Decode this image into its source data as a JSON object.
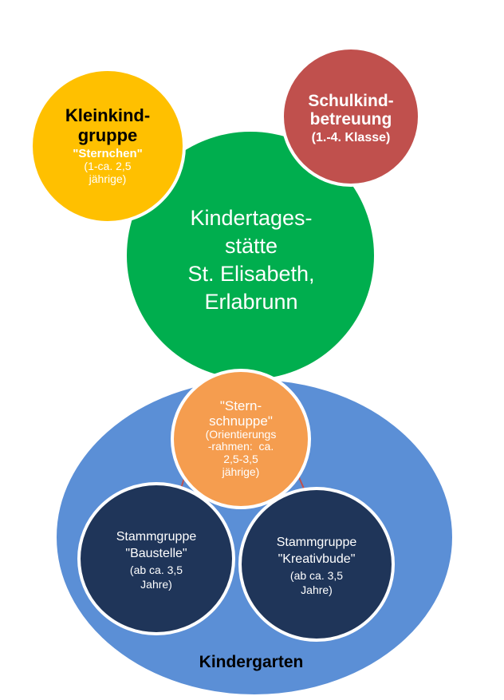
{
  "colors": {
    "kindergarten": "#5B8FD6",
    "kita": "#00AE4E",
    "kleinkind": "#FFC000",
    "schulkind": "#C0504D",
    "sternschnuppe": "#F59D4F",
    "stammgruppe": "#1F3559",
    "connector": "#C0504D"
  },
  "nodes": {
    "kleinkind": {
      "title_lines": [
        "Kleinkind-",
        "gruppe"
      ],
      "name": "\"Sternchen\"",
      "detail_lines": [
        "(1-ca. 2,5",
        "jährige)"
      ]
    },
    "schulkind": {
      "title_lines": [
        "Schulkind-",
        "betreuung"
      ],
      "detail": "(1.-4. Klasse)"
    },
    "kita": {
      "lines": [
        "Kindertages-",
        "stätte",
        "St. Elisabeth,",
        "Erlabrunn"
      ]
    },
    "sternschnuppe": {
      "lines": [
        "\"Stern-",
        "schnuppe\"",
        "(Orientierungs",
        "-rahmen:  ca.",
        "2,5-3,5",
        "jährige)"
      ]
    },
    "baustelle": {
      "lines": [
        "Stammgruppe",
        "\"Baustelle\"",
        "(ab ca. 3,5",
        "Jahre)"
      ]
    },
    "kreativbude": {
      "lines": [
        "Stammgruppe",
        "\"Kreativbude\"",
        "(ab ca. 3,5",
        "Jahre)"
      ]
    },
    "kindergarten": {
      "label": "Kindergarten"
    }
  }
}
